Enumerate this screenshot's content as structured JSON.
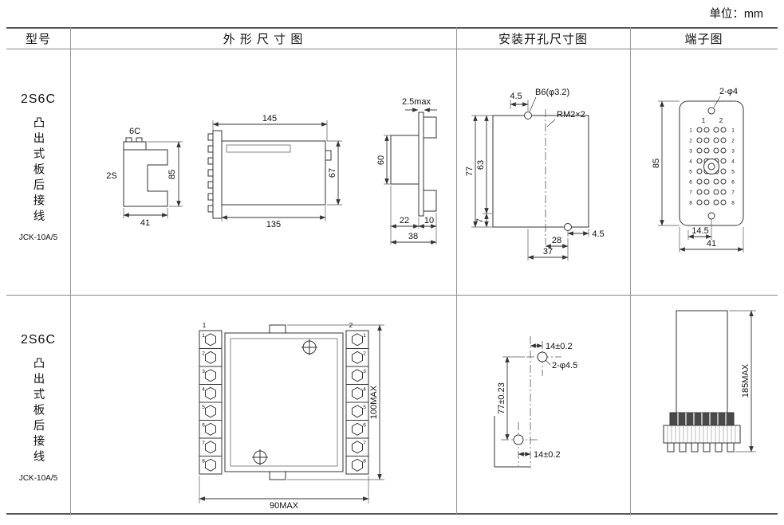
{
  "unit_label": "单位：mm",
  "headers": {
    "model": "型号",
    "outline": "外 形 尺 寸 图",
    "install": "安装开孔尺寸图",
    "terminal": "端子图"
  },
  "row1": {
    "model": {
      "name": "2S6C",
      "desc": "凸出式板后接线",
      "code": "JCK-10A/5"
    },
    "outline": {
      "front": {
        "label_top": "6C",
        "label_left": "2S",
        "dim_height": "85",
        "dim_width": "41"
      },
      "side": {
        "dim_top": "145",
        "dim_bottom": "135",
        "dim_right": "67"
      },
      "profile": {
        "dim_top": "2.5max",
        "dim_left": "60",
        "dim_b1": "22",
        "dim_b2": "10",
        "dim_b3": "38"
      }
    },
    "install": {
      "dim_top": "4.5",
      "hole_label": "B6(φ3.2)",
      "thread_label": "RM2×2",
      "dim_h1": "77",
      "dim_h2": "63",
      "dim_h3": "7",
      "dim_w1": "28",
      "dim_w2": "37",
      "dim_right": "4.5"
    },
    "terminal": {
      "hole_label": "2-φ4",
      "col1": "1",
      "col2": "2",
      "rows": [
        "1",
        "2",
        "3",
        "4",
        "5",
        "6",
        "7",
        "8"
      ],
      "dim_height": "85",
      "dim_w1": "14.5",
      "dim_w2": "41"
    }
  },
  "row2": {
    "model": {
      "name": "2S6C",
      "desc": "凸出式板后接线",
      "code": "JCK-10A/5"
    },
    "outline": {
      "num1": "1",
      "num2": "2",
      "terminals": [
        "1",
        "2",
        "3",
        "4",
        "5",
        "6",
        "7",
        "8"
      ],
      "dim_height": "100MAX",
      "dim_width": "90MAX"
    },
    "install": {
      "dim_top": "14±0.2",
      "hole_label": "2-φ4.5",
      "dim_left": "77±0.23",
      "dim_bottom": "14±0.2"
    },
    "terminal": {
      "dim_height": "185MAX"
    }
  }
}
